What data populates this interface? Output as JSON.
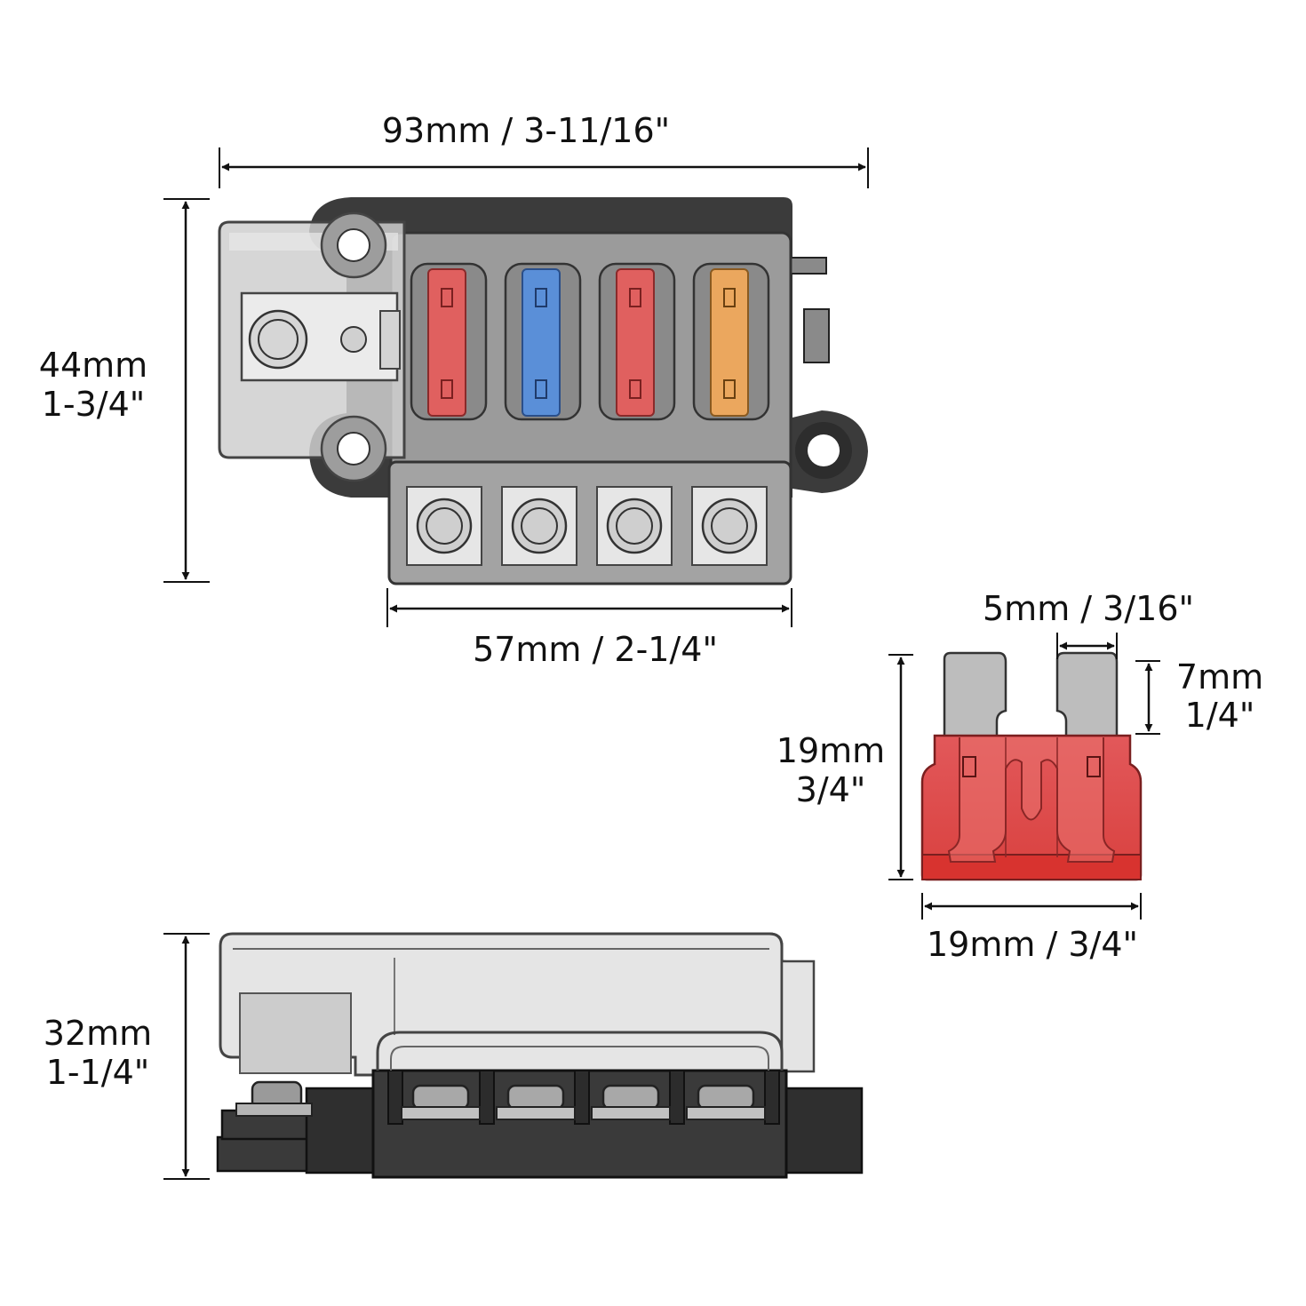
{
  "dimensions": {
    "overall_width": "93mm / 3-11/16\"",
    "overall_height_mm": "44mm",
    "overall_height_in": "1-3/4\"",
    "terminal_width": "57mm / 2-1/4\"",
    "side_height_mm": "32mm",
    "side_height_in": "1-1/4\"",
    "blade_gap": "5mm / 3/16\"",
    "blade_length_mm": "7mm",
    "blade_length_in": "1/4\"",
    "fuse_height_mm": "19mm",
    "fuse_height_in": "3/4\"",
    "fuse_width": "19mm / 3/4\""
  },
  "colors": {
    "fuse_red": "#e0605f",
    "fuse_blue": "#5a8fd8",
    "fuse_orange": "#eba75e",
    "housing_black": "#3a3a3a",
    "housing_grey": "#9a9a9a"
  }
}
